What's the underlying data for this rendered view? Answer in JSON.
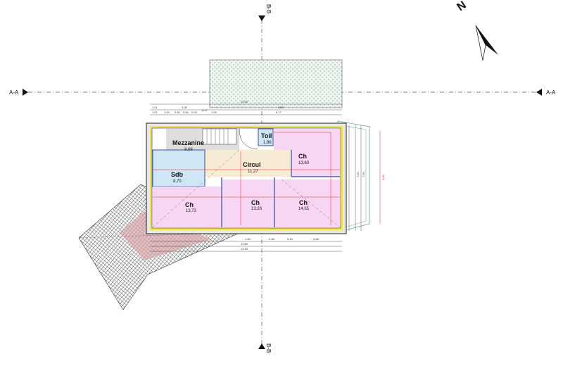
{
  "sections": {
    "horizontal": "A-A",
    "vertical": "B-B"
  },
  "north_label": "N",
  "rooms": [
    {
      "name": "Mezzanine",
      "area": "8,09"
    },
    {
      "name": "Toil",
      "area": "1,96"
    },
    {
      "name": "Ch",
      "area": "13,60"
    },
    {
      "name": "Circul",
      "area": "11,27"
    },
    {
      "name": "Sdb",
      "area": "8,70"
    },
    {
      "name": "Ch",
      "area": "13,73"
    },
    {
      "name": "Ch",
      "area": "13,28"
    },
    {
      "name": "Ch",
      "area": "14,65"
    }
  ],
  "dimensions": {
    "top": [
      "13,90",
      "1,01",
      "3,36",
      "9,55",
      "1,01",
      "1,03",
      "0,40",
      "0,84",
      "0,43",
      "0,57",
      "1,00",
      "6,77"
    ],
    "bottom": [
      "1,52",
      "2,06",
      "0,40",
      "3,48",
      "13,80",
      "13,90"
    ],
    "right": [
      "7,82",
      "7,90",
      "6,89"
    ]
  },
  "colors": {
    "bedroom": "#f6d6f2",
    "bath": "#cfe6f7",
    "circulation": "#f7ebd3",
    "mezzanine": "#dedede",
    "dimension_red": "#e23030",
    "wall_insulation": "#f2e64a",
    "terrace": "#e8f2ea"
  }
}
